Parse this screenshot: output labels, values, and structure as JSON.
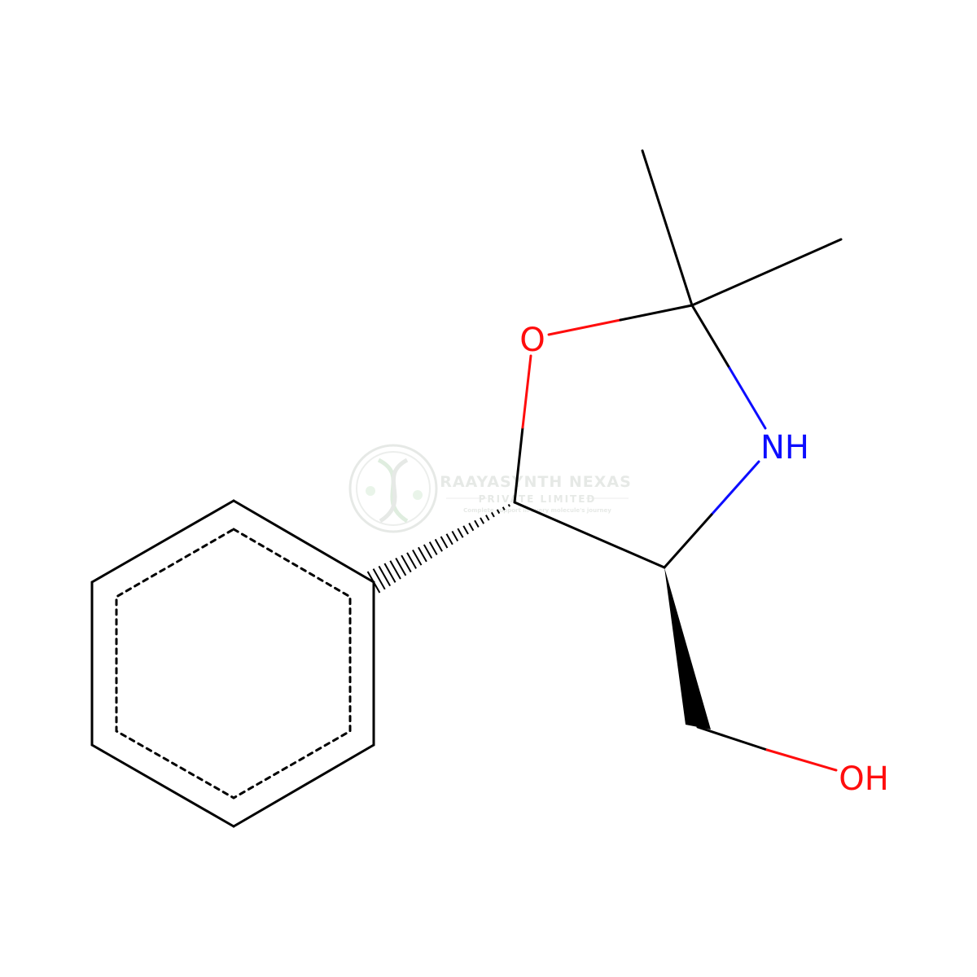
{
  "molecule": {
    "atoms": {
      "O_ring": "O",
      "N_ring": "NH",
      "O_hydroxyl": "OH"
    }
  },
  "colors": {
    "bond": "#000000",
    "oxygen": "#ff0d0d",
    "nitrogen": "#0d0dff",
    "watermark": "#c9cfc9"
  },
  "watermark": {
    "company": "RAAYASYNTH NEXAS",
    "subtitle": "PRIVATE LIMITED",
    "tagline": "Complete support in every molecule's journey"
  }
}
